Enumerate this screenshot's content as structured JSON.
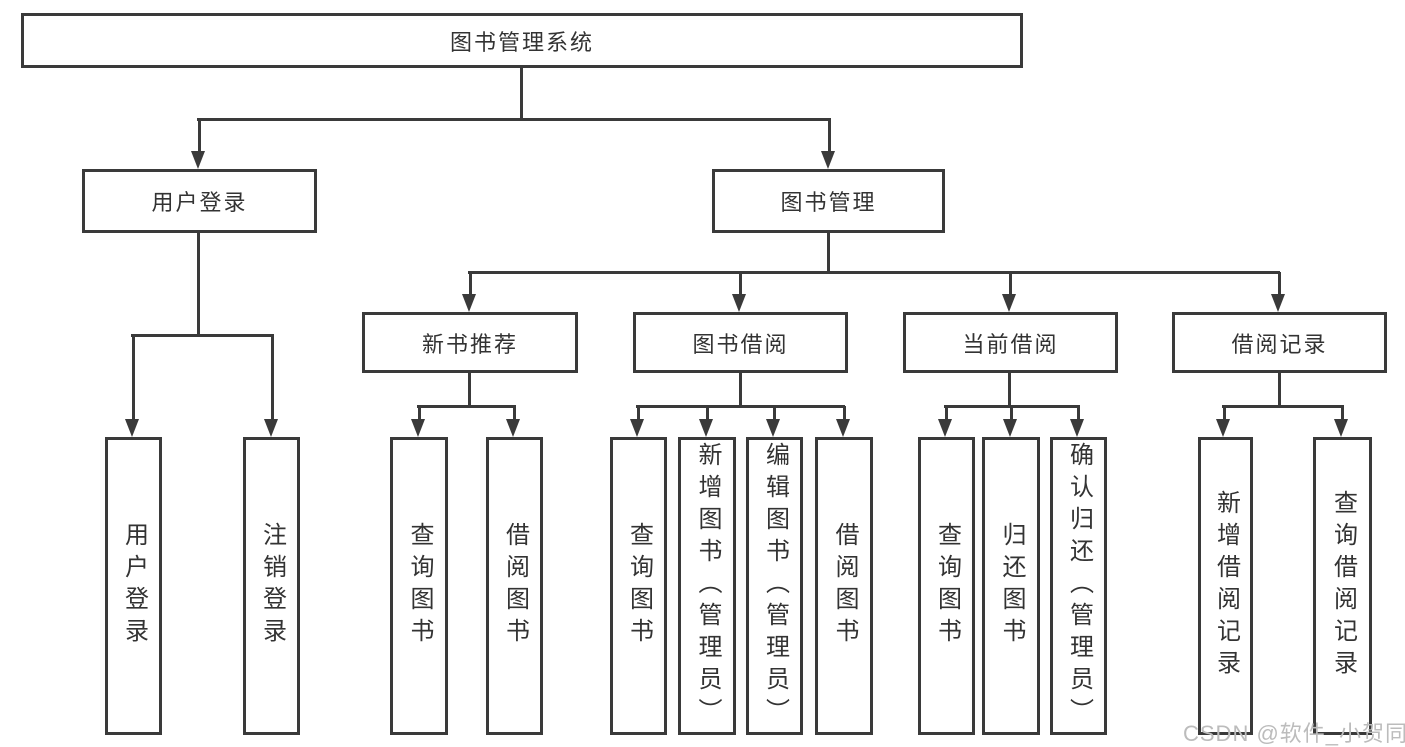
{
  "diagram": {
    "root": {
      "id": "system",
      "label": "图书管理系统"
    },
    "level2": [
      {
        "id": "user-login",
        "label": "用户登录"
      },
      {
        "id": "book-mgmt",
        "label": "图书管理"
      }
    ],
    "level3": [
      {
        "id": "new-book-rec",
        "label": "新书推荐"
      },
      {
        "id": "book-borrow",
        "label": "图书借阅"
      },
      {
        "id": "current-borrow",
        "label": "当前借阅"
      },
      {
        "id": "borrow-record",
        "label": "借阅记录"
      }
    ],
    "leaves": [
      {
        "id": "leaf-user-login",
        "label": "用户登录"
      },
      {
        "id": "leaf-logout-login",
        "label": "注销登录"
      },
      {
        "id": "leaf-query-book-1",
        "label": "查询图书"
      },
      {
        "id": "leaf-borrow-book-1",
        "label": "借阅图书"
      },
      {
        "id": "leaf-query-book-2",
        "label": "查询图书"
      },
      {
        "id": "leaf-add-book-admin",
        "label": "新增图书（管理员）"
      },
      {
        "id": "leaf-edit-book-admin",
        "label": "编辑图书（管理员）"
      },
      {
        "id": "leaf-borrow-book-2",
        "label": "借阅图书"
      },
      {
        "id": "leaf-query-book-3",
        "label": "查询图书"
      },
      {
        "id": "leaf-return-book",
        "label": "归还图书"
      },
      {
        "id": "leaf-confirm-return-admin",
        "label": "确认归还（管理员）"
      },
      {
        "id": "leaf-add-borrow-record",
        "label": "新增借阅记录"
      },
      {
        "id": "leaf-query-borrow-record",
        "label": "查询借阅记录"
      }
    ]
  },
  "watermark": {
    "text": "CSDN @软件_小贺同学"
  },
  "colors": {
    "line": "#3a3a3a",
    "text": "#333333",
    "watermark": "#bcbcbc",
    "background": "#ffffff"
  }
}
